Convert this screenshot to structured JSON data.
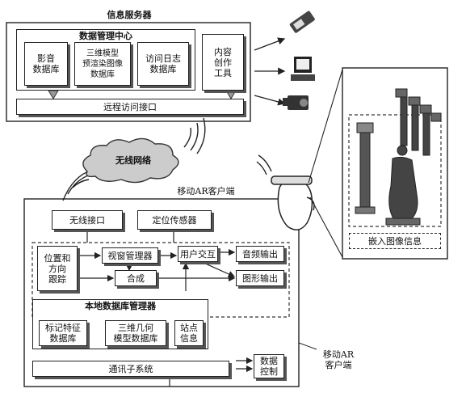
{
  "server": {
    "title": "信息服务器",
    "data_center_title": "数据管理中心",
    "db_audio": "影音\n数据库",
    "db_3d": "三维模型\n预渲染图像\n数据库",
    "db_log": "访问日志\n数据库",
    "content_tool": "内容\n创作\n工具",
    "remote_api": "远程访问接口"
  },
  "network": {
    "cloud_label": "无线网络"
  },
  "client": {
    "title": "移动AR客户端",
    "wireless_if": "无线接口",
    "positioning": "定位传感器",
    "pose_tracking": "位置和\n方向\n跟踪",
    "viewport_mgr": "视窗管理器",
    "user_interaction": "用户交互",
    "audio_out": "音频输出",
    "synthesis": "合成",
    "graphics_out": "图形输出",
    "local_db_mgr": "本地数据库管理器",
    "db_markers": "标记特征\n数据库",
    "db_geometry": "三维几何\n模型数据库",
    "site_info": "站点\n信息",
    "comm": "通讯子系统",
    "data_control": "数据\n控制"
  },
  "side_label": "移动AR\n客户端",
  "embedded_label": "嵌入图像信息"
}
